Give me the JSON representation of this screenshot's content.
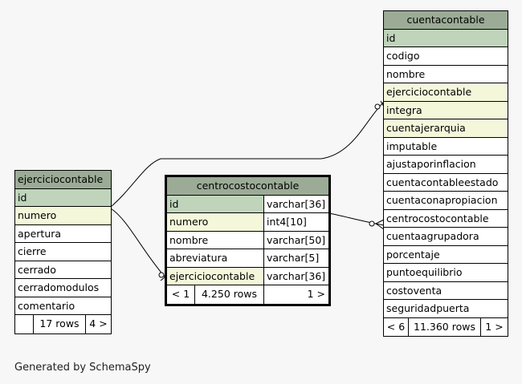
{
  "footer": {
    "credit": "Generated by SchemaSpy"
  },
  "ejerciciocontable": {
    "title": "ejerciciocontable",
    "columns": [
      "id",
      "numero",
      "apertura",
      "cierre",
      "cerrado",
      "cerradomodulos",
      "comentario"
    ],
    "footer": {
      "left": "",
      "rows": "17 rows",
      "right": "4 >"
    }
  },
  "centrocostocontable": {
    "title": "centrocostocontable",
    "columns": [
      {
        "name": "id",
        "type": "varchar[36]"
      },
      {
        "name": "numero",
        "type": "int4[10]"
      },
      {
        "name": "nombre",
        "type": "varchar[50]"
      },
      {
        "name": "abreviatura",
        "type": "varchar[5]"
      },
      {
        "name": "ejerciciocontable",
        "type": "varchar[36]"
      }
    ],
    "footer": {
      "left": "< 1",
      "rows": "4.250 rows",
      "right": "1 >"
    }
  },
  "cuentacontable": {
    "title": "cuentacontable",
    "columns": [
      "id",
      "codigo",
      "nombre",
      "ejerciciocontable",
      "integra",
      "cuentajerarquia",
      "imputable",
      "ajustaporinflacion",
      "cuentacontableestado",
      "cuentaconapropiacion",
      "centrocostocontable",
      "cuentaagrupadora",
      "porcentaje",
      "puntoequilibrio",
      "costoventa",
      "seguridadpuerta"
    ],
    "footer": {
      "left": "< 6",
      "rows": "11.360 rows",
      "right": "1 >"
    }
  }
}
